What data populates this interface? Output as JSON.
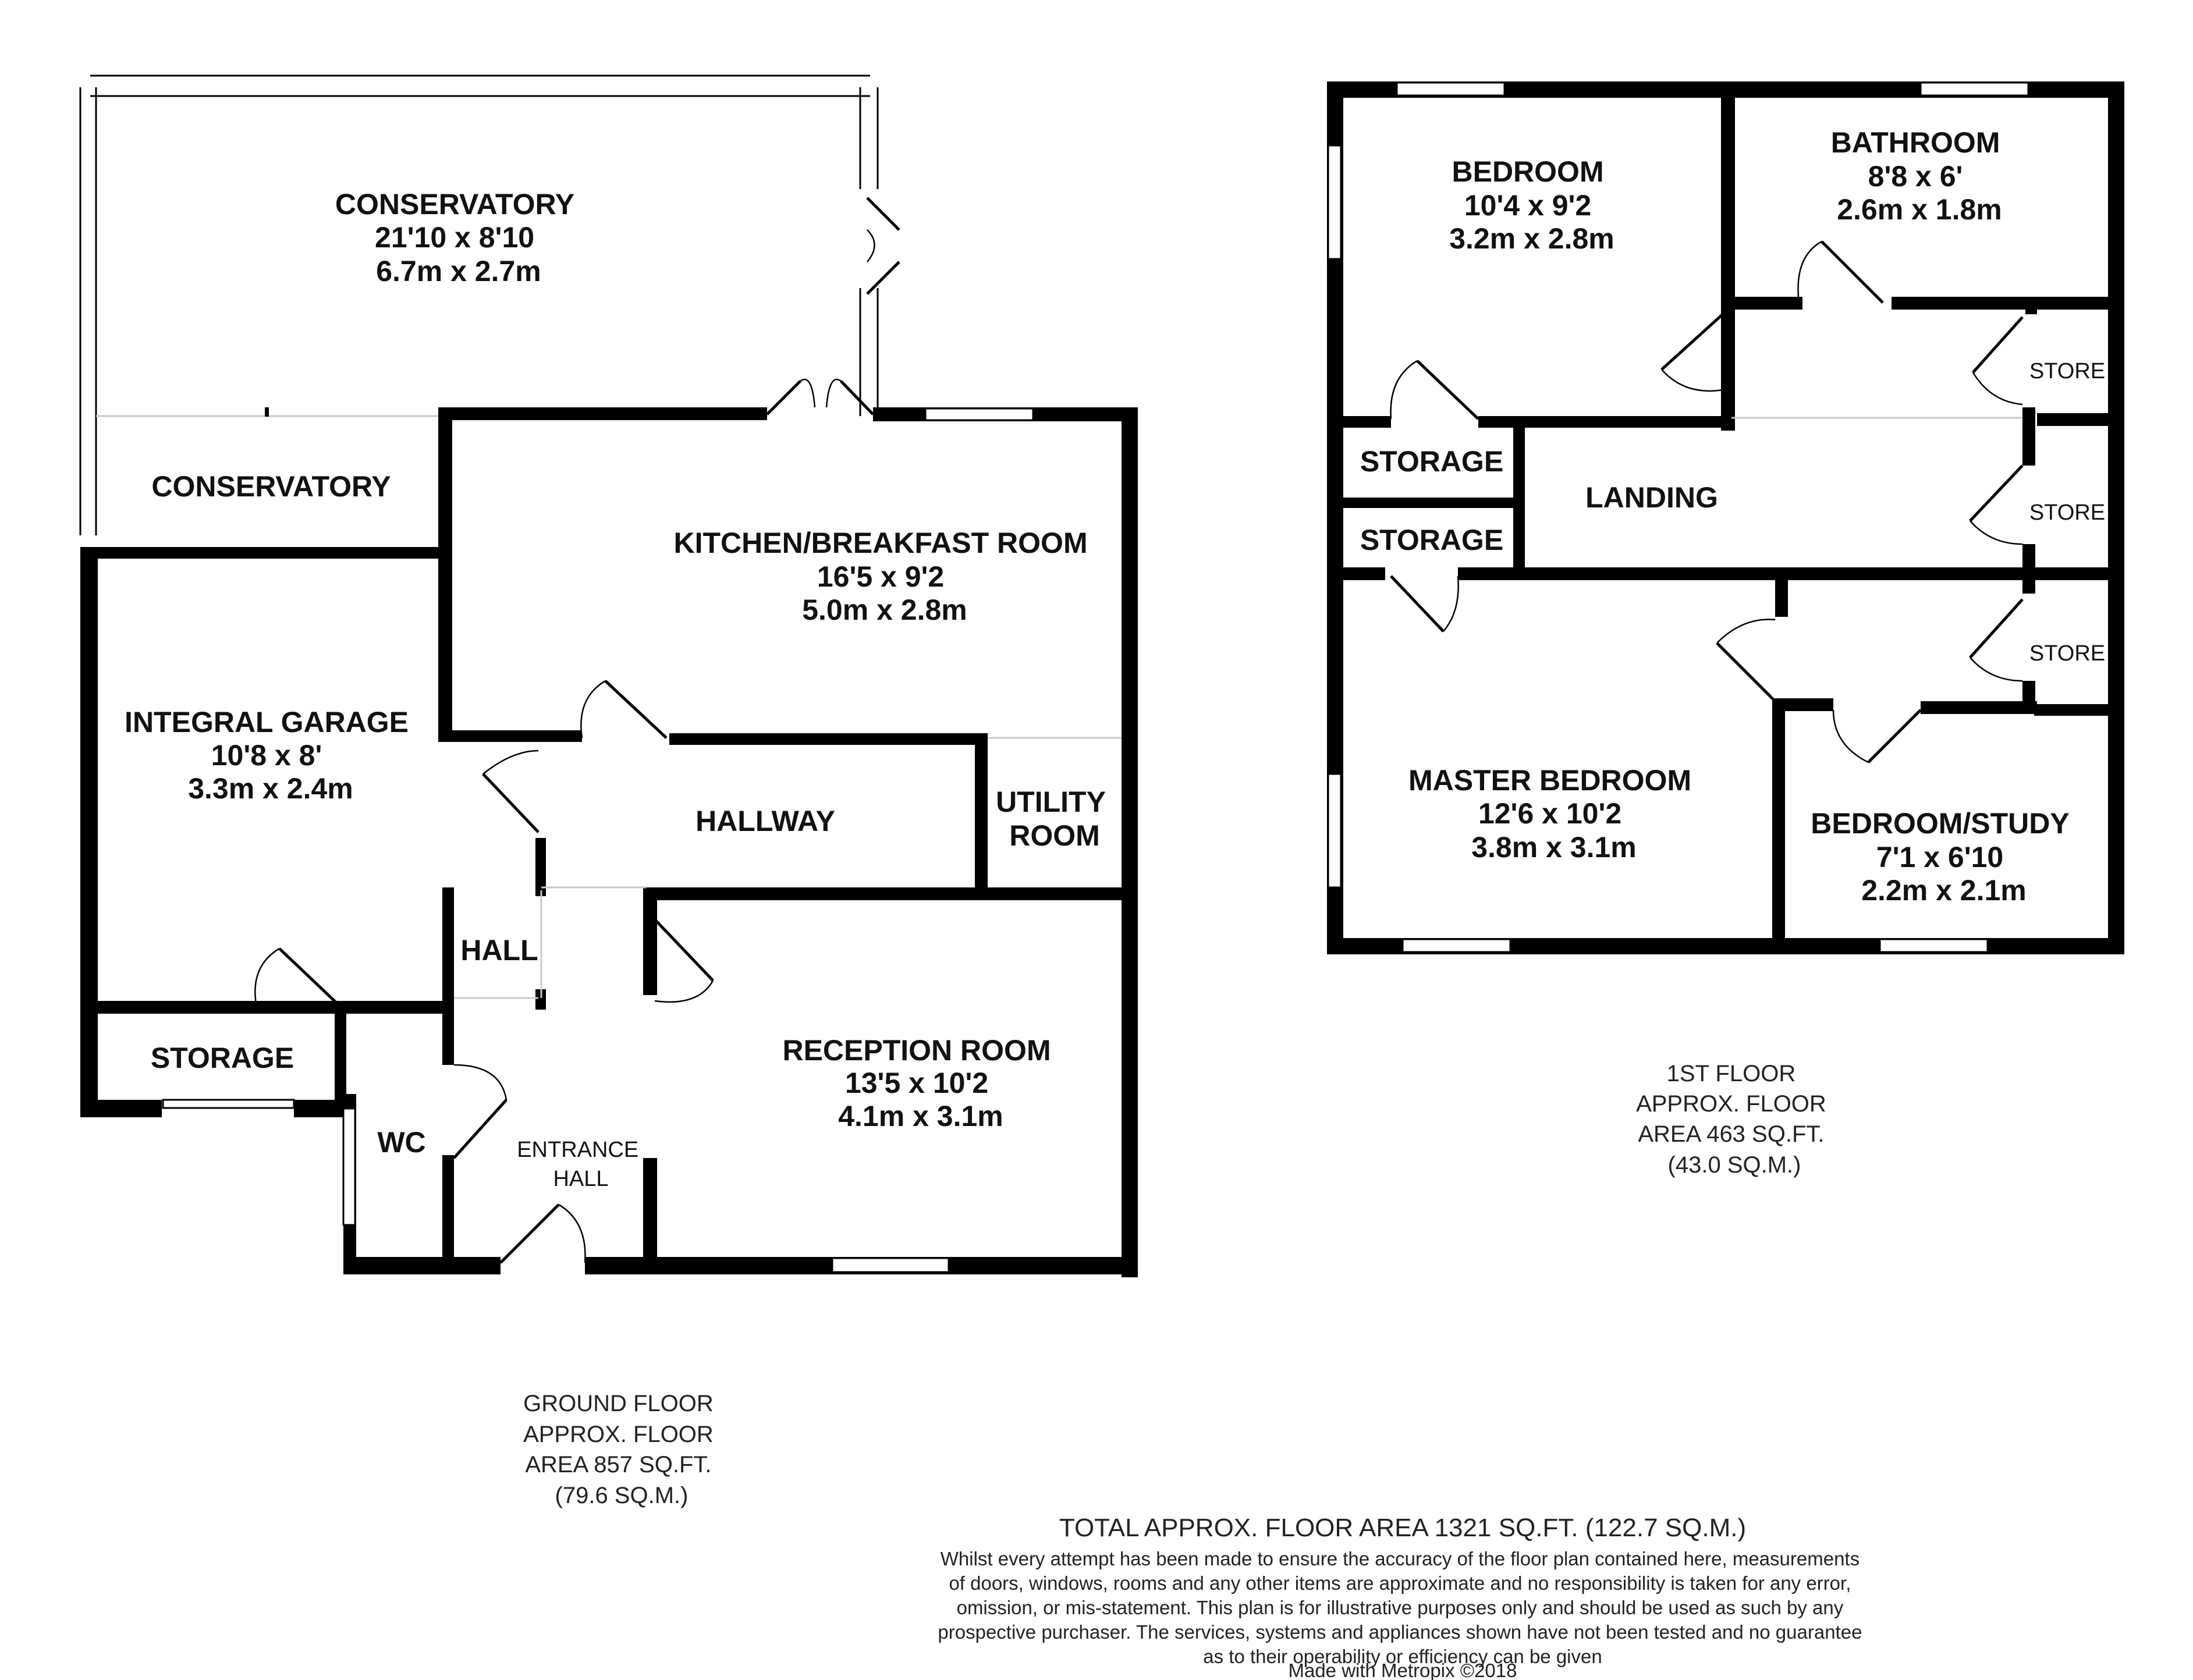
{
  "ground_floor": {
    "rooms": {
      "conservatory_main": [
        "CONSERVATORY",
        "21'10 x 8'10",
        "6.7m x 2.7m"
      ],
      "conservatory_small": [
        "CONSERVATORY"
      ],
      "kitchen": [
        "KITCHEN/BREAKFAST ROOM",
        "16'5 x 9'2",
        "5.0m x 2.8m"
      ],
      "garage": [
        "INTEGRAL GARAGE",
        "10'8 x 8'",
        "3.3m x 2.4m"
      ],
      "hallway": [
        "HALLWAY"
      ],
      "utility": [
        "UTILITY",
        "ROOM"
      ],
      "hall": [
        "HALL"
      ],
      "storage": [
        "STORAGE"
      ],
      "wc": [
        "WC"
      ],
      "entrance": [
        "ENTRANCE",
        "HALL"
      ],
      "reception": [
        "RECEPTION ROOM",
        "13'5 x 10'2",
        "4.1m x 3.1m"
      ]
    },
    "info": [
      "GROUND FLOOR",
      "APPROX. FLOOR",
      "AREA 857 SQ.FT.",
      "(79.6 SQ.M.)"
    ]
  },
  "first_floor": {
    "rooms": {
      "bedroom": [
        "BEDROOM",
        "10'4 x 9'2",
        "3.2m x 2.8m"
      ],
      "bathroom": [
        "BATHROOM",
        "8'8 x 6'",
        "2.6m x 1.8m"
      ],
      "store_1": [
        "STORE"
      ],
      "store_2": [
        "STORE"
      ],
      "store_3": [
        "STORE"
      ],
      "storage_1": [
        "STORAGE"
      ],
      "storage_2": [
        "STORAGE"
      ],
      "landing": [
        "LANDING"
      ],
      "master": [
        "MASTER BEDROOM",
        "12'6 x 10'2",
        "3.8m x 3.1m"
      ],
      "study": [
        "BEDROOM/STUDY",
        "7'1 x 6'10",
        "2.2m x 2.1m"
      ]
    },
    "info": [
      "1ST FLOOR",
      "APPROX. FLOOR",
      "AREA 463 SQ.FT.",
      "(43.0 SQ.M.)"
    ]
  },
  "total_area": "TOTAL APPROX. FLOOR AREA 1321 SQ.FT. (122.7 SQ.M.)",
  "disclaimer": [
    "Whilst every attempt has been made to ensure the accuracy of the floor plan contained here, measurements",
    "of doors, windows, rooms and any other items are approximate and no responsibility is taken for any error,",
    "omission, or mis-statement. This plan is for illustrative purposes only and should be used as such by any",
    "prospective purchaser. The services, systems and appliances shown have not been tested and no guarantee",
    "as to their operability or efficiency can be given"
  ],
  "credit": "Made with Metropix ©2018"
}
